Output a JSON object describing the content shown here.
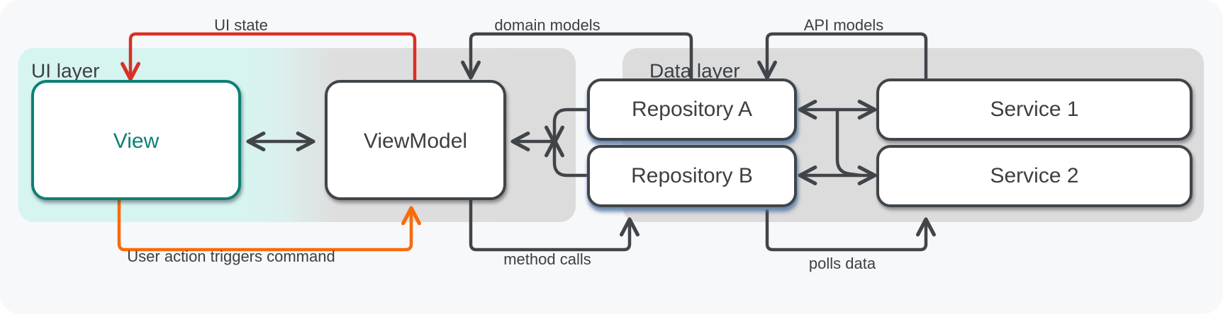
{
  "diagram": {
    "title": "Android app architecture layers",
    "colors": {
      "canvas": "#f6f8fa",
      "ui_layer_tint": "#d6f4f0",
      "neutral_layer": "#dcdcdc",
      "teal_accent": "#0e8074",
      "ui_state_arrow": "#d93025",
      "user_action_arrow": "#f96a08",
      "default_stroke": "#414549",
      "repository_shadow": "#5b7fae",
      "text": "#3c4043",
      "box_fill": "#ffffff"
    },
    "layers": [
      {
        "id": "ui-layer",
        "label": "UI layer"
      },
      {
        "id": "data-layer",
        "label": "Data layer"
      }
    ],
    "nodes": [
      {
        "id": "view",
        "label": "View",
        "layer": "ui-layer",
        "accent": "teal"
      },
      {
        "id": "viewmodel",
        "label": "ViewModel",
        "layer": "ui-layer",
        "accent": "neutral"
      },
      {
        "id": "repository-a",
        "label": "Repository A",
        "layer": "data-layer",
        "accent": "neutral"
      },
      {
        "id": "repository-b",
        "label": "Repository B",
        "layer": "data-layer",
        "accent": "neutral"
      },
      {
        "id": "service-1",
        "label": "Service  1",
        "layer": "data-layer",
        "accent": "neutral"
      },
      {
        "id": "service-2",
        "label": "Service 2",
        "layer": "data-layer",
        "accent": "neutral"
      }
    ],
    "edges": [
      {
        "id": "ui-state",
        "label": "UI state",
        "from": "viewmodel",
        "to": "view",
        "color": "#d93025"
      },
      {
        "id": "user-action",
        "label": "User action triggers command",
        "from": "view",
        "to": "viewmodel",
        "color": "#f96a08"
      },
      {
        "id": "view-binding",
        "label": "",
        "from": "view",
        "to": "viewmodel",
        "color": "#414549"
      },
      {
        "id": "domain-models",
        "label": "domain models",
        "from": "repository-a",
        "to": "viewmodel",
        "color": "#414549"
      },
      {
        "id": "method-calls",
        "label": "method calls",
        "from": "viewmodel",
        "to": "repository-b",
        "color": "#414549"
      },
      {
        "id": "api-models",
        "label": "API models",
        "from": "service-1",
        "to": "repository-a",
        "color": "#414549"
      },
      {
        "id": "polls-data",
        "label": "polls data",
        "from": "repository-b",
        "to": "service-2",
        "color": "#414549"
      },
      {
        "id": "repo-service-a",
        "label": "",
        "from": "repository-a",
        "to": "service-1",
        "color": "#414549"
      },
      {
        "id": "repo-service-b",
        "label": "",
        "from": "repository-b",
        "to": "service-2",
        "color": "#414549"
      },
      {
        "id": "vm-repos",
        "label": "",
        "from": "viewmodel",
        "to": "repository-a",
        "color": "#414549"
      }
    ],
    "edge_labels": {
      "ui_state": "UI state",
      "user_action": "User action triggers command",
      "domain_models": "domain models",
      "method_calls": "method calls",
      "api_models": "API models",
      "polls_data": "polls data"
    },
    "node_labels": {
      "view": "View",
      "viewmodel": "ViewModel",
      "repository_a": "Repository A",
      "repository_b": "Repository B",
      "service_1": "Service  1",
      "service_2": "Service 2"
    },
    "layer_labels": {
      "ui": "UI layer",
      "data": "Data layer"
    }
  }
}
